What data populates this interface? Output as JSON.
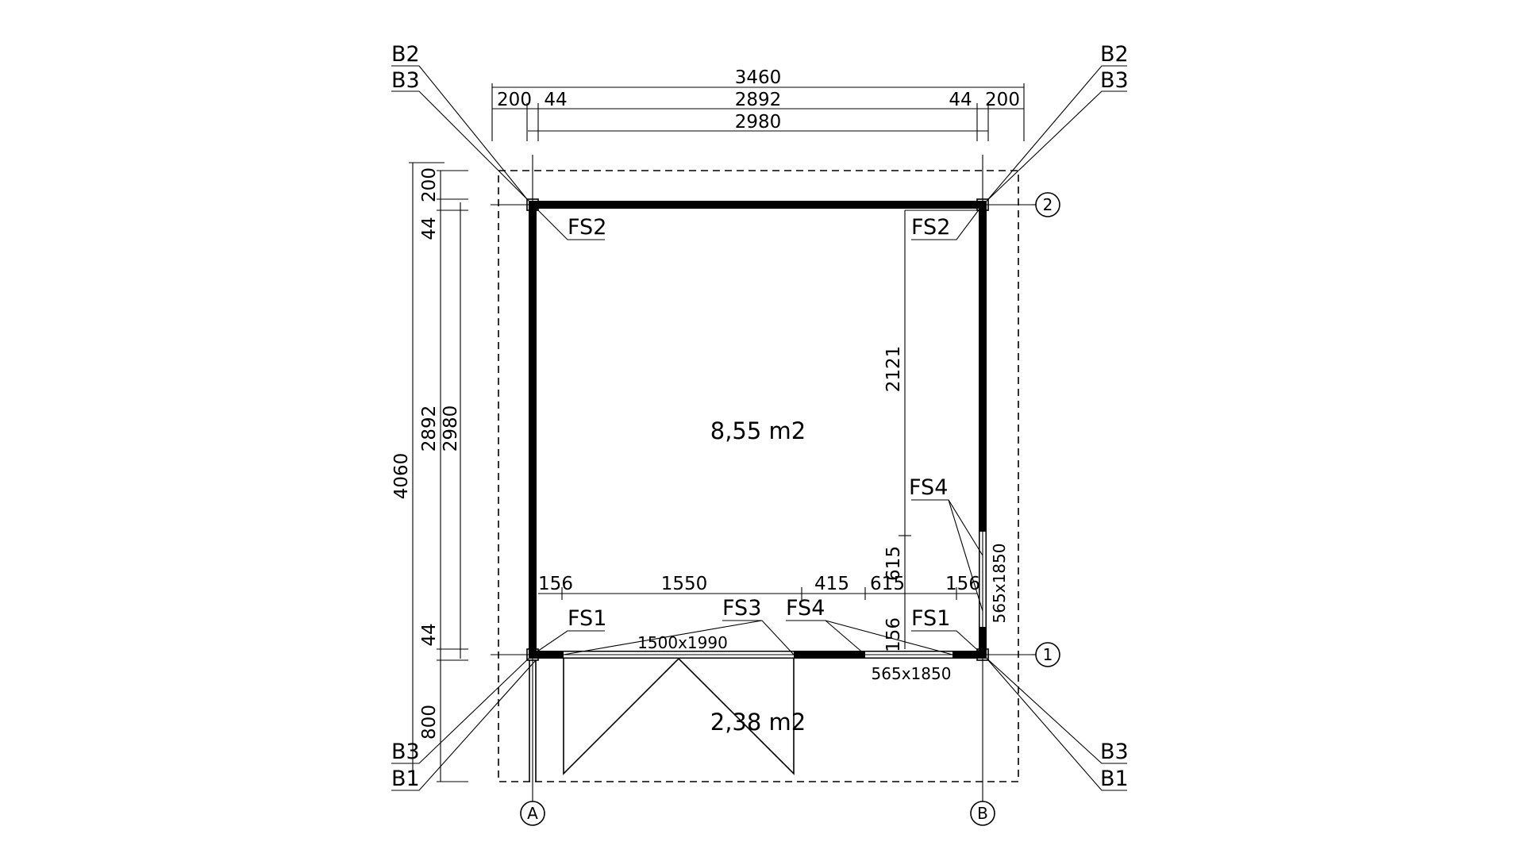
{
  "plan": {
    "dimensions": {
      "top_total": "3460",
      "top_left_overhang": "200",
      "top_left_wall": "44",
      "top_inner": "2892",
      "top_right_wall": "44",
      "top_right_overhang": "200",
      "top_axis": "2980",
      "left_total": "4060",
      "left_top_overhang": "200",
      "left_top_wall": "44",
      "left_inner": "2892",
      "left_axis": "2980",
      "left_bottom_wall": "44",
      "left_terrace": "800",
      "inner_right_height": "2121",
      "inner_right_lower": "615",
      "front_left_gap": "156",
      "front_door": "1550",
      "front_mid": "415",
      "front_window": "615",
      "front_right_gap": "156",
      "right_lower_gap": "156"
    },
    "areas": {
      "main_room": "8,55 m2",
      "terrace": "2,38 m2"
    },
    "openings": {
      "door_size": "1500x1990",
      "front_window_size": "565x1850",
      "side_window_size": "565x1850"
    },
    "labels": {
      "fs1_left": "FS1",
      "fs1_right": "FS1",
      "fs2_left": "FS2",
      "fs2_right": "FS2",
      "fs3": "FS3",
      "fs4_front": "FS4",
      "fs4_side": "FS4",
      "b2_top_left": "B2",
      "b3_top_left": "B3",
      "b2_top_right": "B2",
      "b3_top_right": "B3",
      "b3_bottom_left": "B3",
      "b1_bottom_left": "B1",
      "b3_bottom_right": "B3",
      "b1_bottom_right": "B1"
    },
    "grid_axes": {
      "axis_a": "A",
      "axis_b": "B",
      "axis_1": "1",
      "axis_2": "2"
    }
  }
}
